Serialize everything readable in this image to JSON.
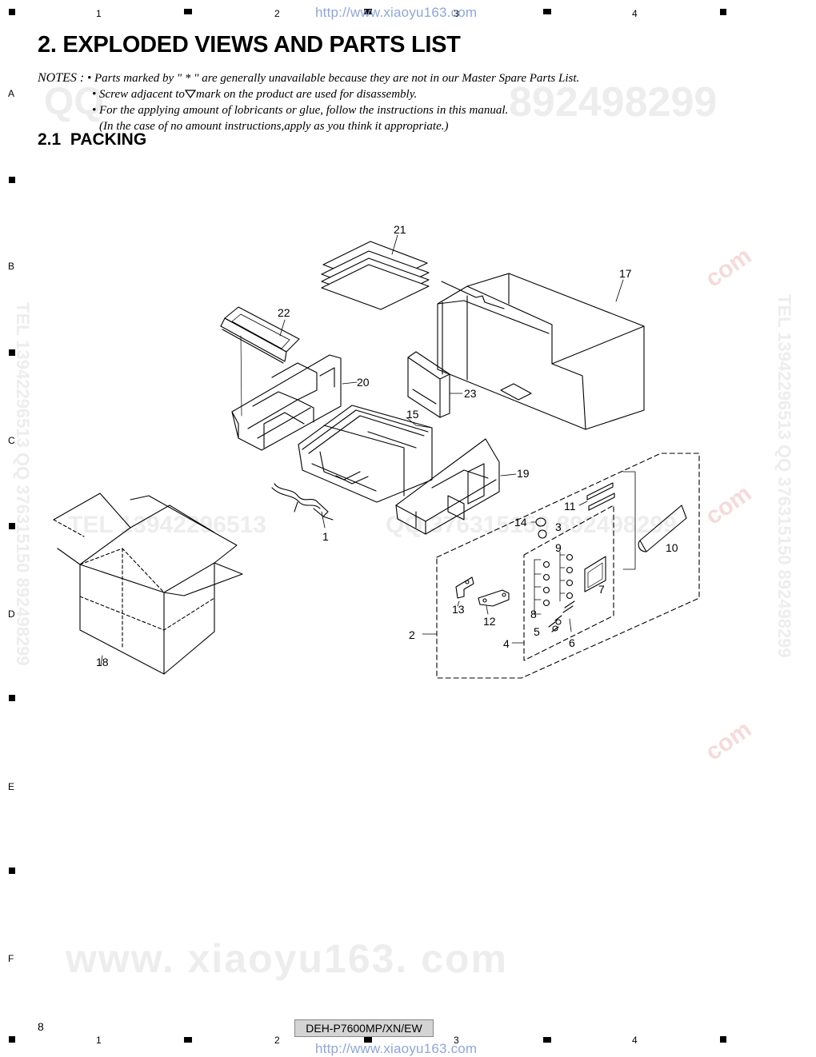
{
  "header": {
    "url": "http://www.xiaoyu163.com",
    "column_numbers": [
      "1",
      "2",
      "3",
      "4"
    ],
    "row_letters": [
      "A",
      "B",
      "C",
      "D",
      "E",
      "F"
    ]
  },
  "title": "2. EXPLODED VIEWS AND PARTS LIST",
  "notes": {
    "label": "NOTES :",
    "items": [
      "• Parts marked by  \" * \"  are generally unavailable because they are not in our Master Spare Parts List.",
      "• Screw adjacent to",
      "mark on the product are used for disassembly.",
      "• For the applying amount of lobricants or glue, follow the instructions in this manual.",
      "(In the case of no amount instructions,apply as you think it appropriate.)"
    ]
  },
  "section": {
    "number": "2.1",
    "title": "PACKING"
  },
  "diagram": {
    "labels": [
      "21",
      "17",
      "22",
      "20",
      "23",
      "15",
      "19",
      "11",
      "14",
      "3",
      "10",
      "1",
      "9",
      "7",
      "8",
      "13",
      "12",
      "6",
      "5",
      "2",
      "4",
      "18"
    ]
  },
  "watermarks": {
    "qq_top": "QQ",
    "num_top": "892498299",
    "tel_mid": "TEL 13942296513",
    "qq_mid": "QQ 376315150  892498299",
    "side_right": "TEL 13942296513  QQ 376315150  892498299",
    "side_left": "TEL 13942296513  QQ 376315150  892498299",
    "site_big": "www. xiaoyu163. com",
    "cn_com": "com"
  },
  "footer": {
    "page_number": "8",
    "model": "DEH-P7600MP/XN/EW",
    "url": "http://www.xiaoyu163.com"
  }
}
